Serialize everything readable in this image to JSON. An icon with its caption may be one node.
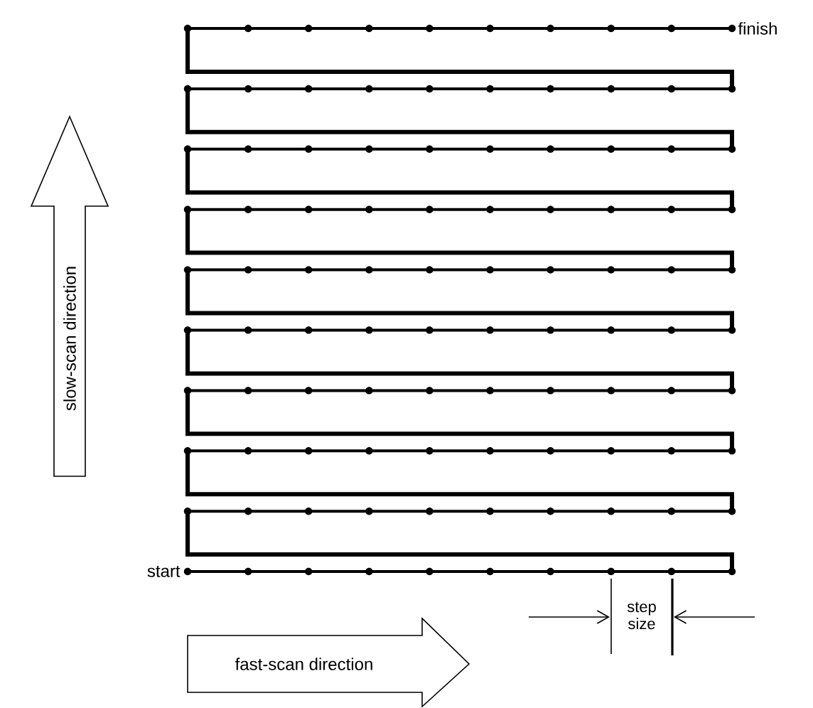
{
  "diagram": {
    "labels": [
      "finish",
      "slow-scan direction",
      "start",
      "step size",
      "fast-scan direction"
    ]
  }
}
